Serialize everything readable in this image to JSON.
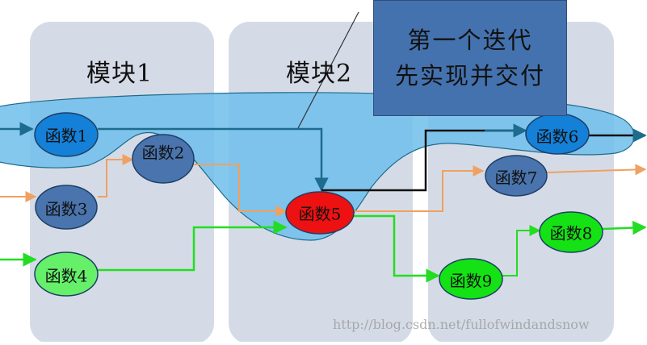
{
  "modules": [
    "模块1",
    "模块2"
  ],
  "callout": {
    "line1": "第一个迭代",
    "line2": "先实现并交付"
  },
  "nodes": {
    "f1": "函数1",
    "f2": "函数2",
    "f3": "函数3",
    "f4": "函数4",
    "f5": "函数5",
    "f6": "函数6",
    "f7": "函数7",
    "f8": "函数8",
    "f9": "函数9"
  },
  "colors": {
    "lane": "#d5dbe6",
    "highlight": "#73c2ea",
    "node_blue_dark": "#4a74ad",
    "node_blue_bright": "#1480d8",
    "node_red": "#ee1111",
    "node_green_light": "#66f06a",
    "node_green": "#14e214",
    "arrow_teal": "#1d6b8e",
    "arrow_orange": "#f0a060",
    "arrow_green": "#22dd22",
    "callout": "#4472ae"
  },
  "watermark": "http://blog.csdn.net/fullofwindandsnow"
}
